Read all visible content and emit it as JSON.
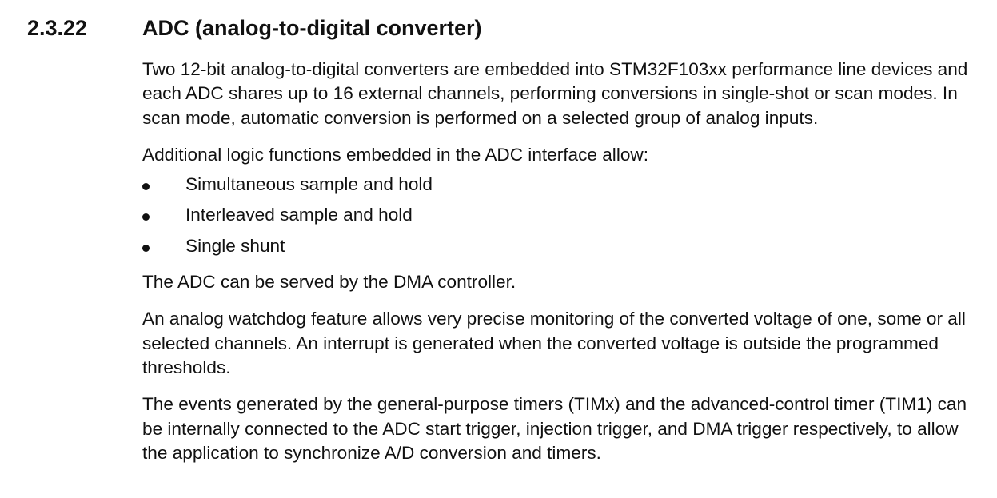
{
  "section": {
    "number": "2.3.22",
    "title": "ADC (analog-to-digital converter)"
  },
  "paragraphs": {
    "intro": "Two 12-bit analog-to-digital converters are embedded into STM32F103xx performance line devices and each ADC shares up to 16 external channels, performing conversions in single-shot or scan modes. In scan mode, automatic conversion is performed on a selected group of analog inputs.",
    "logic_intro": "Additional logic functions embedded in the ADC interface allow:",
    "dma": "The ADC can be served by the DMA controller.",
    "watchdog": "An analog watchdog feature allows very precise monitoring of the converted voltage of one, some or all selected channels. An interrupt is generated when the converted voltage is outside the programmed thresholds.",
    "timers": "The events generated by the general-purpose timers (TIMx) and the advanced-control timer (TIM1) can be internally connected to the ADC start trigger, injection trigger, and DMA trigger respectively, to allow the application to synchronize A/D conversion and timers."
  },
  "bullets": [
    "Simultaneous sample and hold",
    "Interleaved sample and hold",
    "Single shunt"
  ]
}
